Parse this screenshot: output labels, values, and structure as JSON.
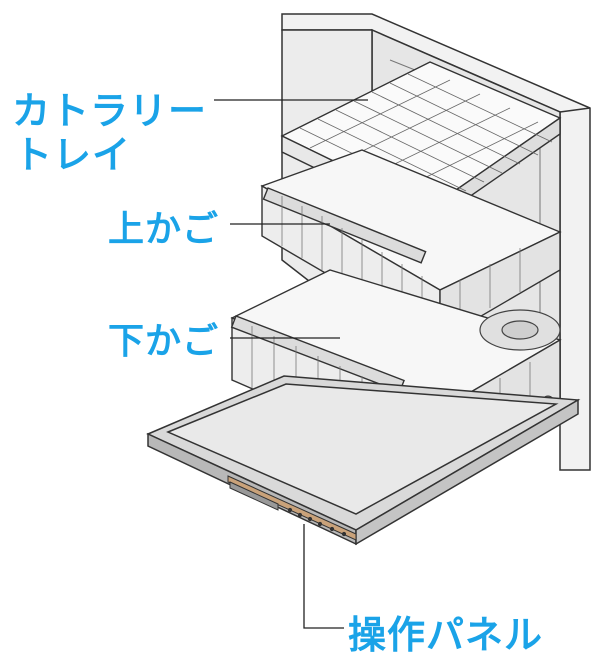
{
  "labels": {
    "cutlery_tray_line1": "カトラリー",
    "cutlery_tray_line2": "トレイ",
    "upper_rack": "上かご",
    "lower_rack": "下かご",
    "control_panel": "操作パネル"
  },
  "colors": {
    "label_text": "#1aa3e8",
    "leader_line": "#222222",
    "outline": "#333333",
    "cabinet_fill": "#f0f0f0",
    "interior_fill": "#e4e4e4",
    "door_fill": "#d6d6d6",
    "panel_strip": "#c9a27a"
  }
}
